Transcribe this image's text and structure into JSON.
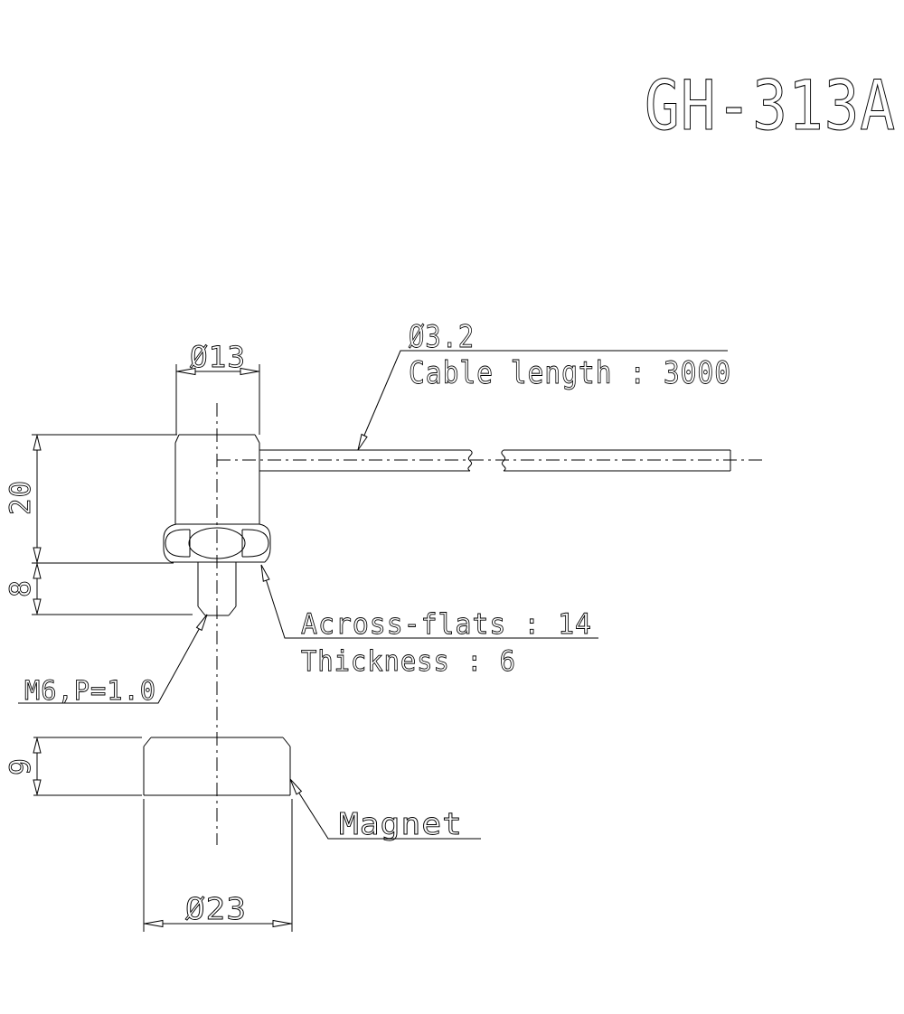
{
  "title": "GH-313A",
  "labels": {
    "top_diameter": "Ø13",
    "cable_diameter": "Ø3.2",
    "cable_length": "Cable length : 3000",
    "across_flats": "Across-flats : 14",
    "thickness": "Thickness : 6",
    "thread": "M6,P=1.0",
    "magnet": "Magnet",
    "magnet_diameter": "Ø23",
    "dim_body_height": "20",
    "dim_stud_length": "8",
    "dim_magnet_height": "9"
  },
  "colors": {
    "line": "#000000",
    "background": "#ffffff"
  }
}
